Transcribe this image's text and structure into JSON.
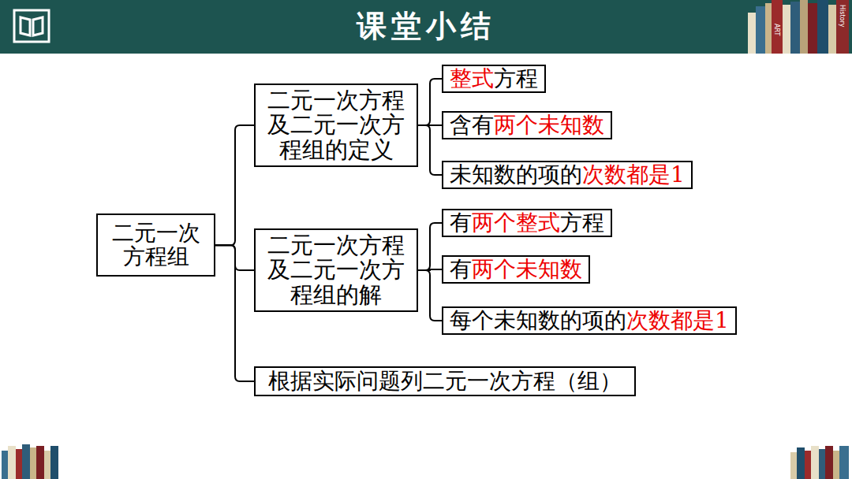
{
  "diagram": {
    "title": "课堂小结",
    "nodes": [
      {
        "text": [
          "二元一次方程组"
        ]
      },
      {
        "text": [
          "二元一次方程及二元一次方程组的定义"
        ]
      },
      {
        "text": [
          "整式",
          "方程"
        ]
      },
      {
        "text": [
          "含有",
          "两个未知数"
        ]
      },
      {
        "text": [
          "未知数的项的",
          "次数都是1"
        ]
      },
      {
        "text": [
          "二元一次方程及二元一次方程组的解"
        ]
      },
      {
        "text": [
          "有",
          "两个整式",
          "方程"
        ]
      },
      {
        "text": [
          "有",
          "两个未知数"
        ]
      },
      {
        "text": [
          "每个未知数的项的",
          "次数都是1"
        ]
      },
      {
        "text": [
          "根据实际问题列二元一次方程（组）"
        ]
      }
    ],
    "edges": [
      {
        "from": 0,
        "to": 1,
        "arrow": "none"
      },
      {
        "from": 0,
        "to": 5,
        "arrow": "none"
      },
      {
        "from": 0,
        "to": 9,
        "arrow": "none"
      },
      {
        "from": 1,
        "to": 2,
        "arrow": "none"
      },
      {
        "from": 1,
        "to": 3,
        "arrow": "none"
      },
      {
        "from": 1,
        "to": 4,
        "arrow": "none"
      },
      {
        "from": 5,
        "to": 6,
        "arrow": "none"
      },
      {
        "from": 5,
        "to": 7,
        "arrow": "none"
      },
      {
        "from": 5,
        "to": 8,
        "arrow": "none"
      }
    ],
    "labels": [
      "ART",
      "History"
    ]
  }
}
